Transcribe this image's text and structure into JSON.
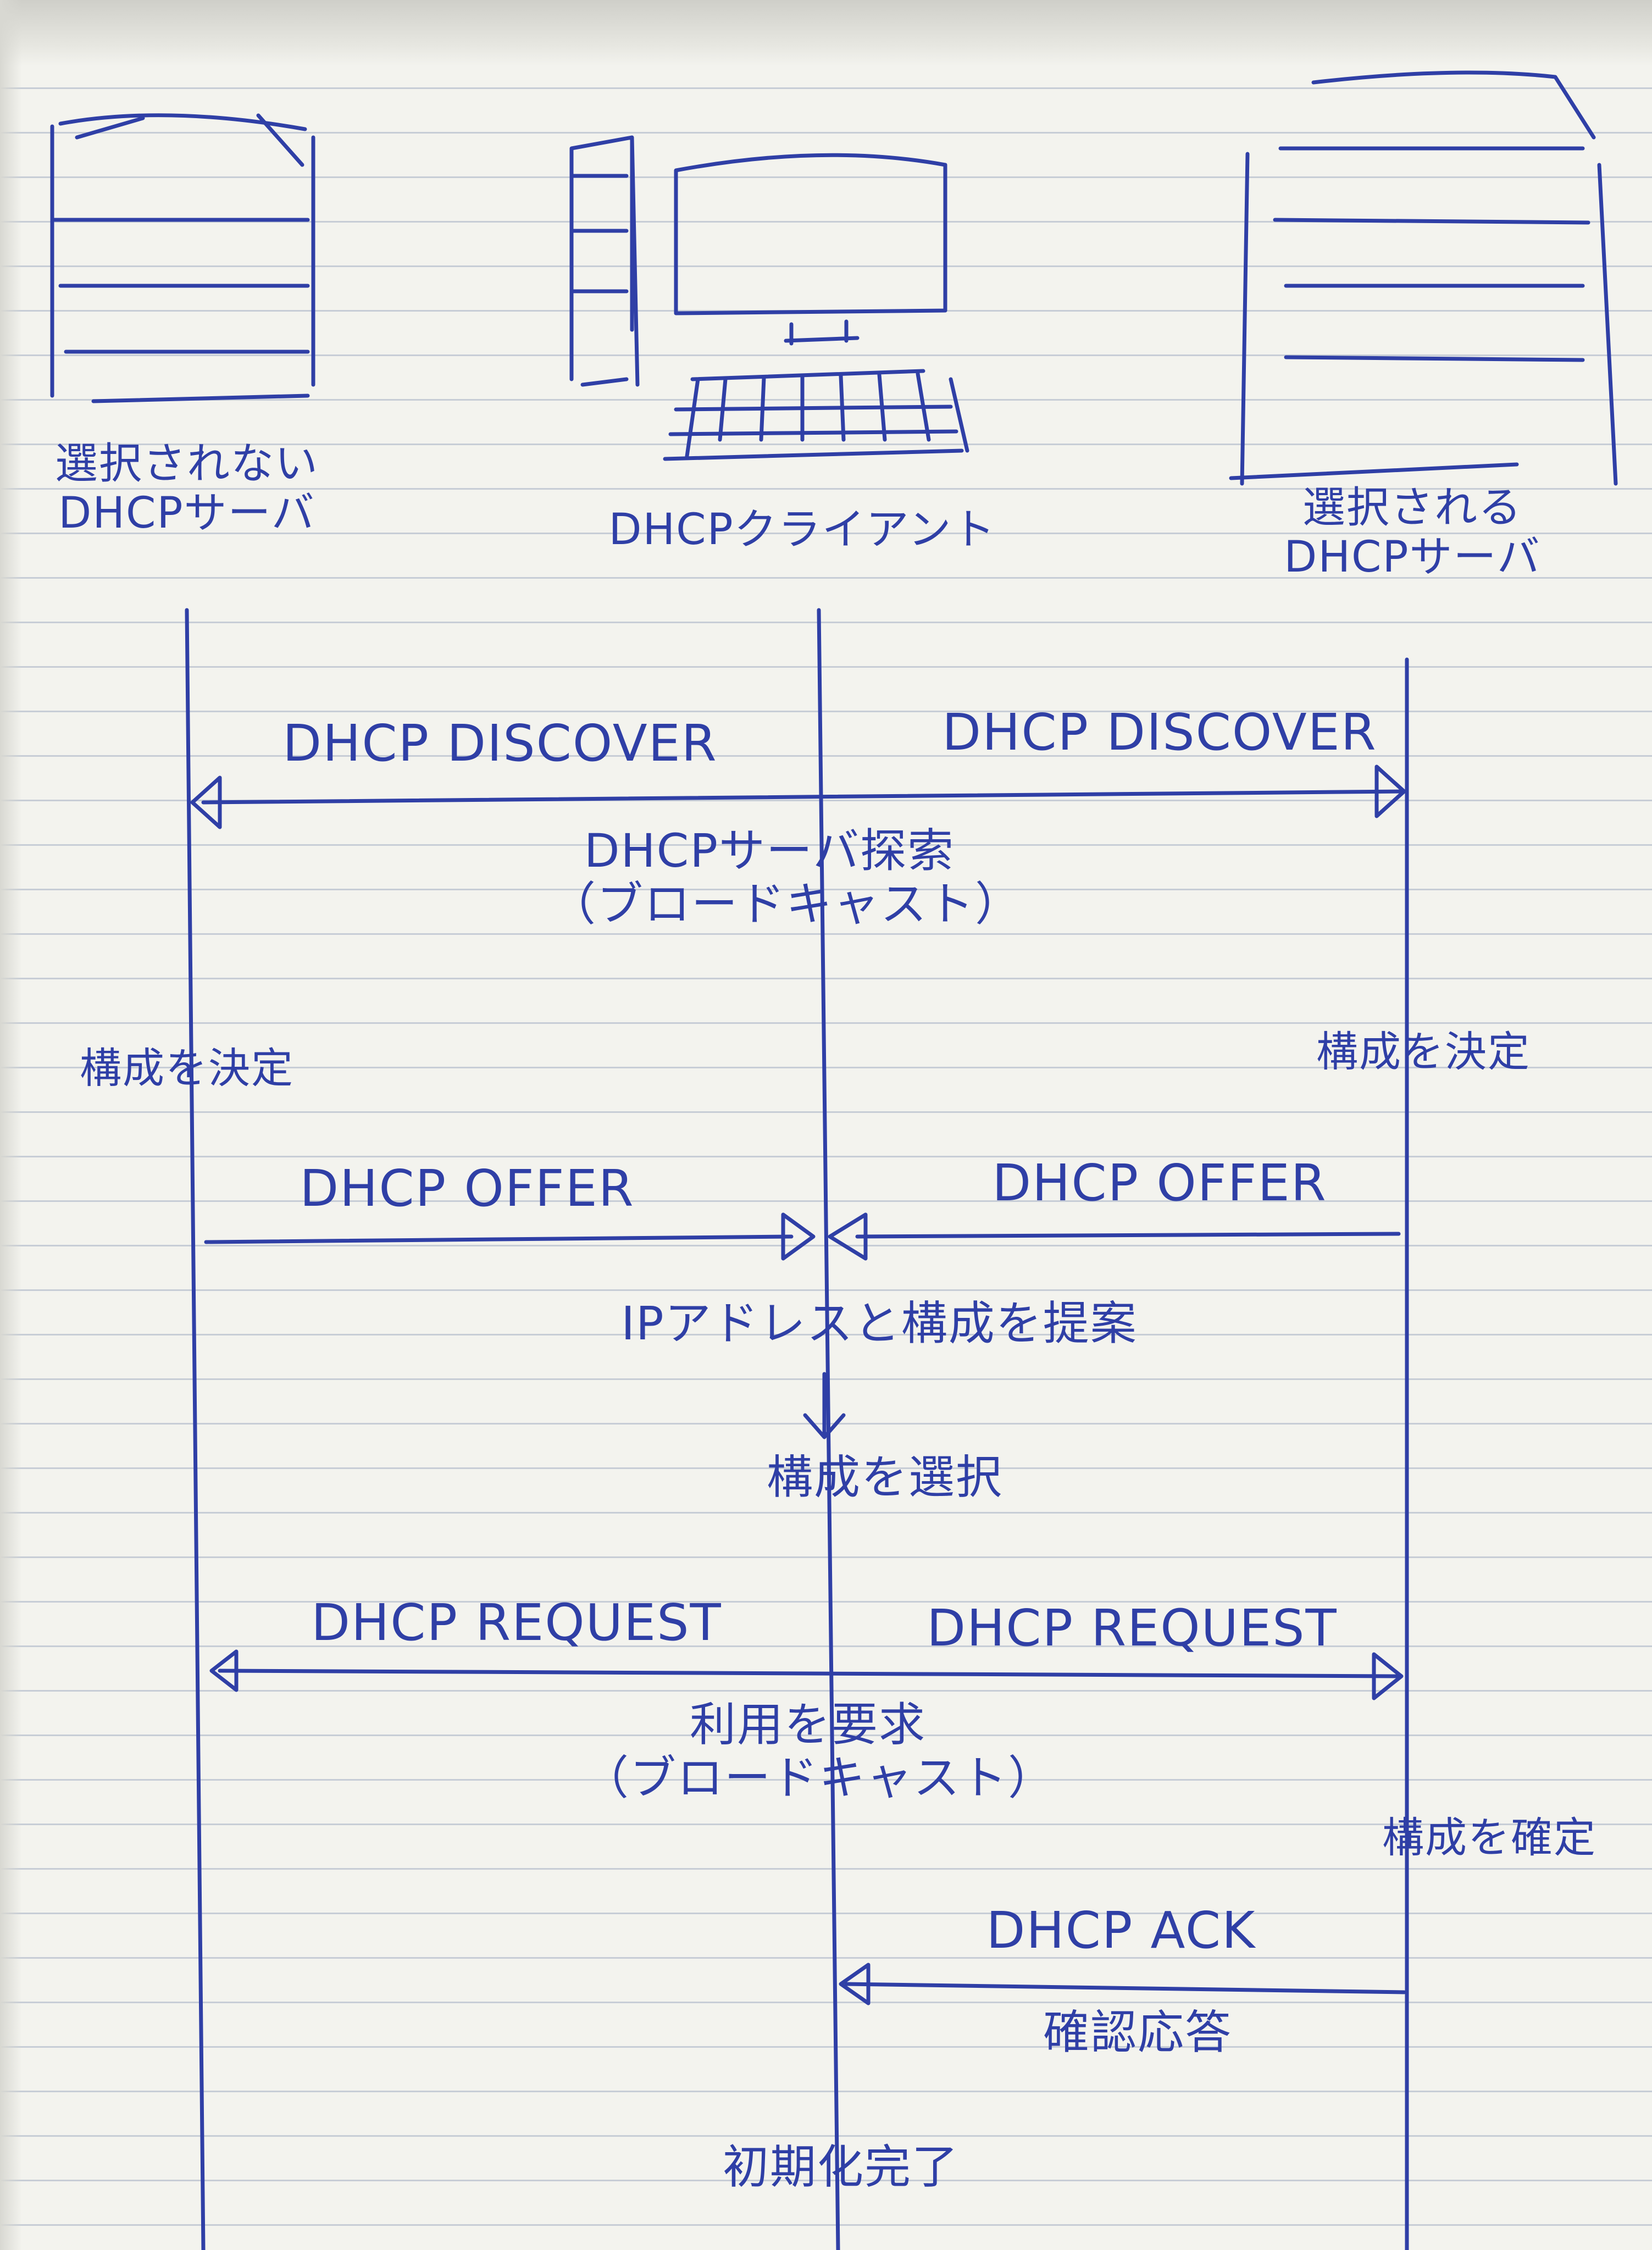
{
  "participants": {
    "left": {
      "line1": "選択されない",
      "line2": "DHCPサーバ"
    },
    "center": {
      "label": "DHCPクライアント"
    },
    "right": {
      "line1": "選択される",
      "line2": "DHCPサーバ"
    }
  },
  "messages": {
    "discover_left": "DHCP DISCOVER",
    "discover_right": "DHCP DISCOVER",
    "offer_left": "DHCP OFFER",
    "offer_right": "DHCP OFFER",
    "request_left": "DHCP REQUEST",
    "request_right": "DHCP REQUEST",
    "ack": "DHCP ACK"
  },
  "notes": {
    "discover_line1": "DHCPサーバ探索",
    "discover_line2": "（ブロードキャスト）",
    "left_config": "構成を決定",
    "right_config": "構成を決定",
    "offer_desc": "IPアドレスと構成を提案",
    "select_config": "構成を選択",
    "request_line1": "利用を要求",
    "request_line2": "（ブロードキャスト）",
    "confirm_config": "構成を確定",
    "ack_desc": "確認応答",
    "complete": "初期化完了"
  },
  "colors": {
    "ink": "#2f3fa6",
    "paper": "#f3f3ee",
    "rule": "#c7cdd6"
  },
  "icons": {
    "left": "server-icon",
    "center": "computer-icon",
    "right": "server-icon"
  }
}
